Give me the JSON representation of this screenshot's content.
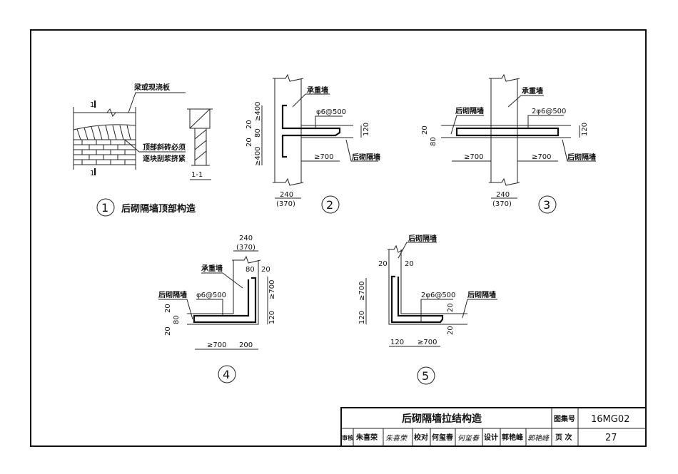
{
  "drawing": {
    "detail1": {
      "number": "1",
      "caption": "后砌隔墙顶部构造",
      "label_beam": "梁或现浇板",
      "note_line1": "顶部斜砖必须",
      "note_line2": "逐块刮浆挤紧",
      "section_mark": "1",
      "section_label": "1-1"
    },
    "detail2": {
      "number": "2",
      "label_bearing_wall": "承重墙",
      "label_partition": "后砌隔墙",
      "rebar": "φ6@500",
      "dim_120": "120",
      "dim_700": "≥700",
      "dim_400": "≥400",
      "dim_20": "20",
      "dim_80": "80",
      "dim_240": "240",
      "dim_370": "(370)"
    },
    "detail3": {
      "number": "3",
      "label_bearing_wall": "承重墙",
      "label_partition": "后砌隔墙",
      "rebar": "2φ6@500",
      "dim_120": "120",
      "dim_700": "≥700",
      "dim_20": "20",
      "dim_80": "80",
      "dim_240": "240",
      "dim_370": "(370)"
    },
    "detail4": {
      "number": "4",
      "label_bearing_wall": "承重墙",
      "label_partition": "后砌隔墙",
      "rebar": "φ6@500",
      "dim_240": "240",
      "dim_370": "(370)",
      "dim_80": "80",
      "dim_20": "20",
      "dim_700": "≥700",
      "dim_120": "120",
      "dim_200": "200"
    },
    "detail5": {
      "number": "5",
      "label_partition": "后砌隔墙",
      "rebar": "2φ6@500",
      "dim_20": "20",
      "dim_700": "≥700",
      "dim_120": "120"
    }
  },
  "title_block": {
    "title": "后砌隔墙拉结构造",
    "atlas_label": "图集号",
    "atlas_no": "16MG02",
    "review_label": "审核",
    "reviewer": "朱喜荣",
    "reviewer_signature": "朱喜荣",
    "check_label": "校对",
    "checker": "何玺春",
    "checker_signature": "何玺春",
    "design_label": "设计",
    "designer": "郭艳峰",
    "designer_signature": "郭艳峰",
    "page_label": "页 次",
    "page_no": "27"
  }
}
